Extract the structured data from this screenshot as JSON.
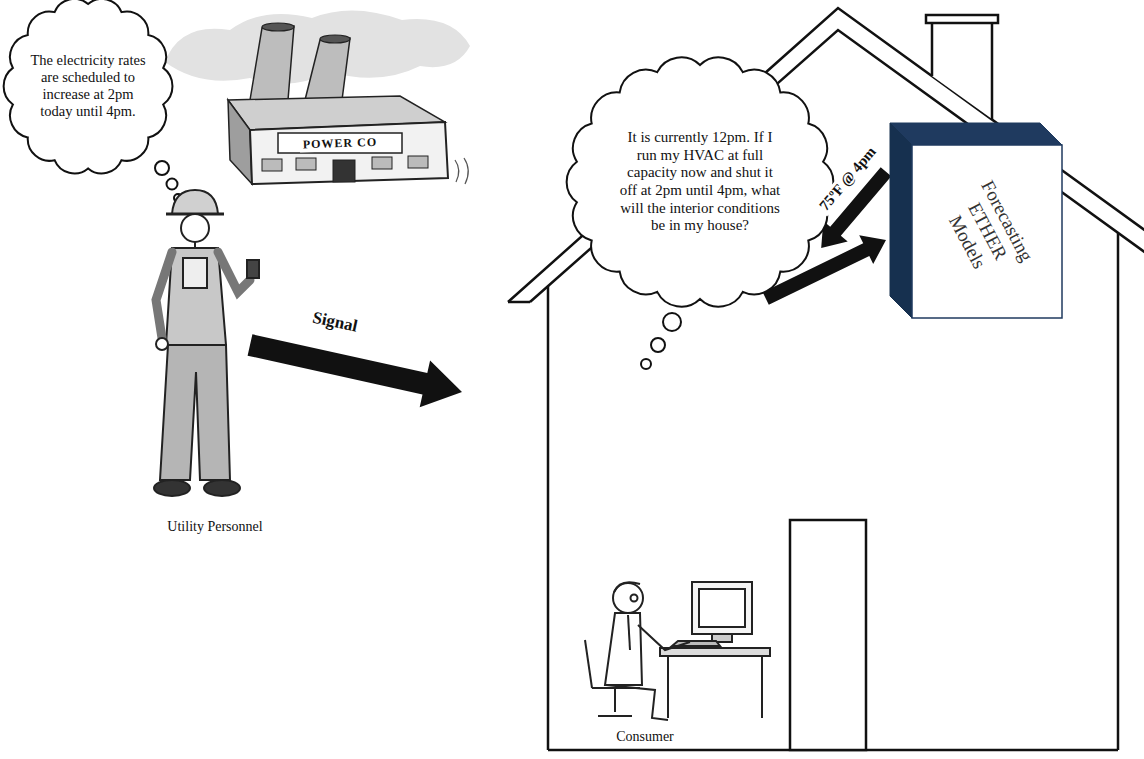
{
  "diagram": {
    "nodes": [
      {
        "text": [
          "The electricity rates are scheduled to increase at 2pm today until 4pm."
        ]
      },
      {
        "text": [
          "It is currently 12pm. If I run my HVAC at full capacity now and shut it off at 2pm until 4pm, what will the interior conditions be in my house?"
        ]
      },
      {
        "text": [
          "Forecasting ETHER Models"
        ]
      }
    ],
    "edges": [
      {
        "from": 2,
        "to": 1,
        "arrow": "to",
        "label": "75ºF @ 4pm"
      },
      {
        "from": 1,
        "to": 2,
        "arrow": "to"
      }
    ],
    "labels": [
      "POWER CO",
      "Signal",
      "Utility Personnel",
      "Consumer"
    ]
  }
}
